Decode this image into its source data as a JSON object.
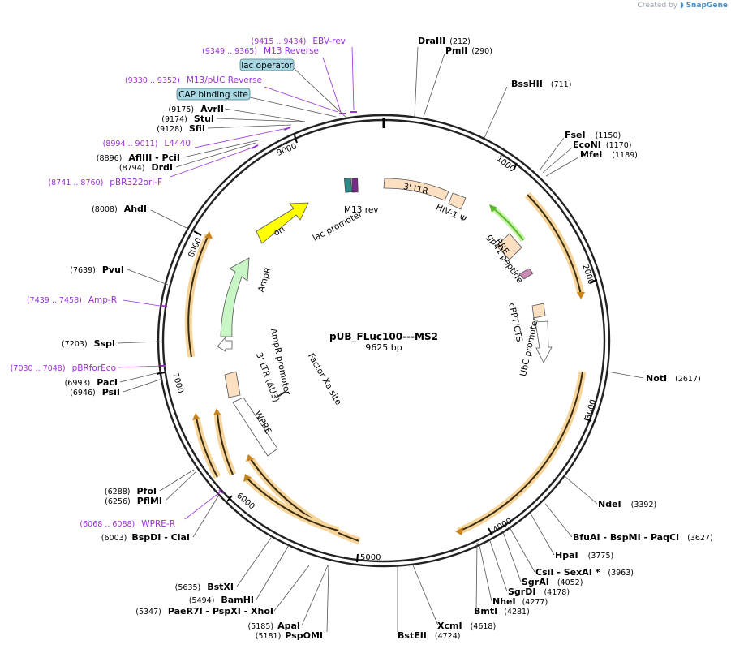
{
  "credit": {
    "prefix": "Created by",
    "brand": "SnapGene"
  },
  "plasmid": {
    "name": "pUB_FLuc100---MS2",
    "length_label": "9625 bp",
    "length": 9625
  },
  "ticks": [
    "1000",
    "2000",
    "3000",
    "4000",
    "5000",
    "6000",
    "7000",
    "8000",
    "9000"
  ],
  "enzymes": [
    {
      "name": "DraIII",
      "pos": "(212)"
    },
    {
      "name": "PmlI",
      "pos": "(290)"
    },
    {
      "name": "BssHII",
      "pos": "(711)"
    },
    {
      "name": "FseI",
      "pos": "(1150)"
    },
    {
      "name": "EcoNI",
      "pos": "(1170)"
    },
    {
      "name": "MfeI",
      "pos": "(1189)"
    },
    {
      "name": "NotI",
      "pos": "(2617)"
    },
    {
      "name": "NdeI",
      "pos": "(3392)"
    },
    {
      "name": "BfuAI - BspMI - PaqCI",
      "pos": "(3627)"
    },
    {
      "name": "HpaI",
      "pos": "(3775)"
    },
    {
      "name": "CsiI - SexAI *",
      "pos": "(3963)"
    },
    {
      "name": "SgrAI",
      "pos": "(4052)"
    },
    {
      "name": "SgrDI",
      "pos": "(4178)"
    },
    {
      "name": "NheI",
      "pos": "(4277)"
    },
    {
      "name": "BmtI",
      "pos": "(4281)"
    },
    {
      "name": "XcmI",
      "pos": "(4618)"
    },
    {
      "name": "BstEII",
      "pos": "(4724)"
    },
    {
      "name": "PspOMI",
      "pos": "(5181)"
    },
    {
      "name": "ApaI",
      "pos": "(5185)"
    },
    {
      "name": "PaeR7I - PspXI - XhoI",
      "pos": "(5347)"
    },
    {
      "name": "BamHI",
      "pos": "(5494)"
    },
    {
      "name": "BstXI",
      "pos": "(5635)"
    },
    {
      "name": "BspDI - ClaI",
      "pos": "(6003)"
    },
    {
      "name": "PflMI",
      "pos": "(6256)"
    },
    {
      "name": "PfoI",
      "pos": "(6288)"
    },
    {
      "name": "PsiI",
      "pos": "(6946)"
    },
    {
      "name": "PacI",
      "pos": "(6993)"
    },
    {
      "name": "SspI",
      "pos": "(7203)"
    },
    {
      "name": "PvuI",
      "pos": "(7639)"
    },
    {
      "name": "AhdI",
      "pos": "(8008)"
    },
    {
      "name": "DrdI",
      "pos": "(8794)"
    },
    {
      "name": "AflIII - PciI",
      "pos": "(8896)"
    },
    {
      "name": "SfiI",
      "pos": "(9128)"
    },
    {
      "name": "StuI",
      "pos": "(9174)"
    },
    {
      "name": "AvrII",
      "pos": "(9175)"
    }
  ],
  "primers": [
    {
      "name": "EBV-rev",
      "pos": "(9415 .. 9434)"
    },
    {
      "name": "M13 Reverse",
      "pos": "(9349 .. 9365)"
    },
    {
      "name": "M13/pUC Reverse",
      "pos": "(9330 .. 9352)"
    },
    {
      "name": "L4440",
      "pos": "(8994 .. 9011)"
    },
    {
      "name": "pBR322ori-F",
      "pos": "(8741 .. 8760)"
    },
    {
      "name": "Amp-R",
      "pos": "(7439 .. 7458)"
    },
    {
      "name": "pBRforEco",
      "pos": "(7030 .. 7048)"
    },
    {
      "name": "WPRE-R",
      "pos": "(6068 .. 6088)"
    }
  ],
  "boxed_features": [
    "lac operator",
    "CAP binding site"
  ],
  "features": [
    "3' LTR",
    "HIV-1 Ψ",
    "RRE",
    "gp41 peptide",
    "cPPT/CTS",
    "UbC promoter",
    "ori",
    "lac promoter",
    "M13 rev",
    "AmpR",
    "AmpR promoter",
    "3' LTR (ΔU3)",
    "Factor Xa site",
    "WPRE"
  ],
  "colors": {
    "backbone": "#222222",
    "primer": "#9b30d9",
    "orf_glow": "#f6d59a",
    "orf_arrow": "#c8841e",
    "ltr_fill": "#fde0c2",
    "ori_fill": "#ffff00",
    "ampr_fill": "#c8f7c5",
    "green_arrow": "#5ab82e",
    "box_fill": "#a9d8e3",
    "gp41_fill": "#c98bb4",
    "lac_fill": "#2f8a8a",
    "m13_fill": "#7a2a8a"
  }
}
